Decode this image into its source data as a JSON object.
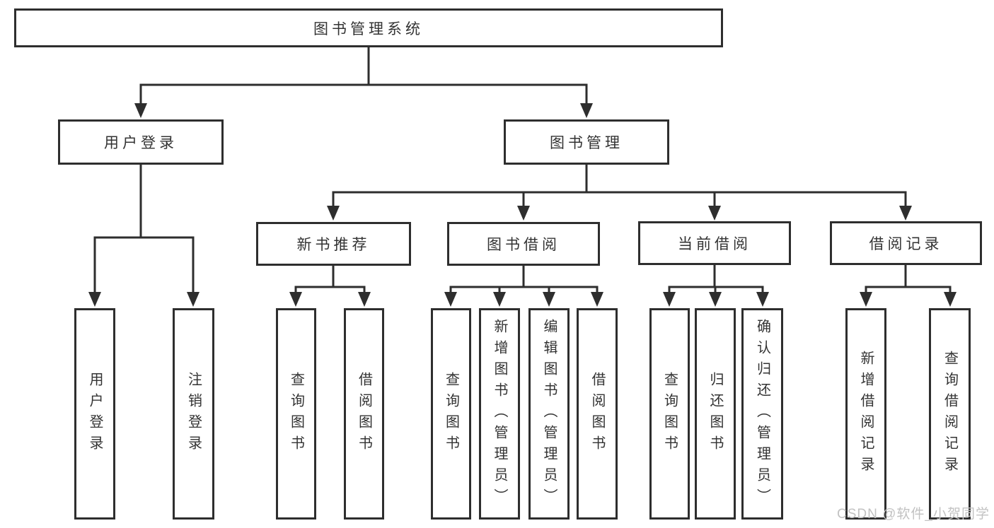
{
  "tree": {
    "root": {
      "label": "图书管理系统",
      "children": [
        {
          "label": "用户登录",
          "children": [
            {
              "label": "用户登录"
            },
            {
              "label": "注销登录"
            }
          ]
        },
        {
          "label": "图书管理",
          "children": [
            {
              "label": "新书推荐",
              "children": [
                {
                  "label": "查询图书"
                },
                {
                  "label": "借阅图书"
                }
              ]
            },
            {
              "label": "图书借阅",
              "children": [
                {
                  "label": "查询图书"
                },
                {
                  "label": "新增图书（管理员）"
                },
                {
                  "label": "编辑图书（管理员）"
                },
                {
                  "label": "借阅图书"
                }
              ]
            },
            {
              "label": "当前借阅",
              "children": [
                {
                  "label": "查询图书"
                },
                {
                  "label": "归还图书"
                },
                {
                  "label": "确认归还（管理员）"
                }
              ]
            },
            {
              "label": "借阅记录",
              "children": [
                {
                  "label": "新增借阅记录"
                },
                {
                  "label": "查询借阅记录"
                }
              ]
            }
          ]
        }
      ]
    }
  },
  "watermark": {
    "text": "CSDN @软件_小贺同学"
  },
  "colors": {
    "line": "#2e2e2e",
    "text": "#333333",
    "watermark": "#c2c2c2",
    "background": "#ffffff"
  }
}
